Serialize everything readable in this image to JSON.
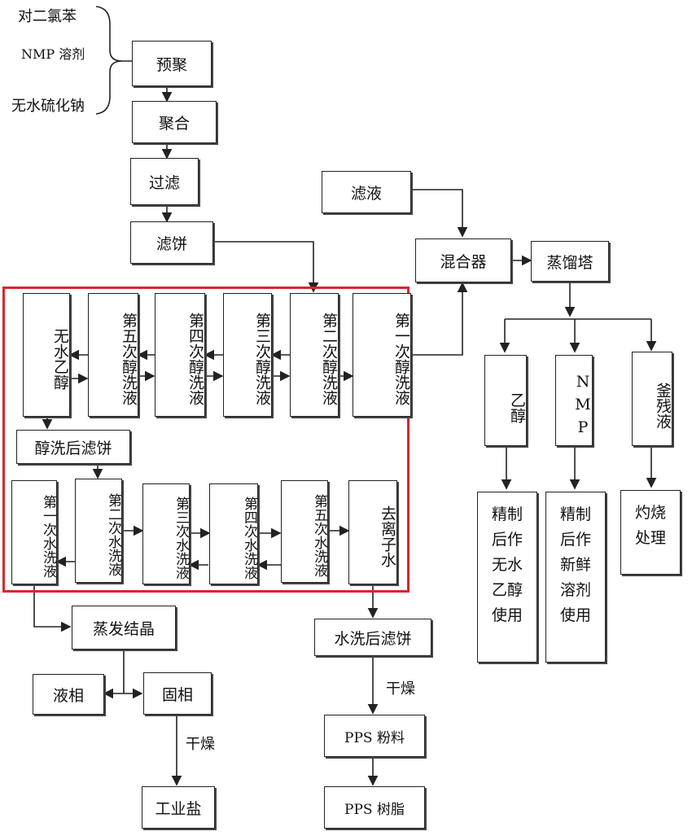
{
  "inputs": {
    "item1": "对二氯苯",
    "item2": "NMP 溶剂",
    "item3": "无水硫化钠"
  },
  "main_chain": {
    "prepoly": "预聚",
    "poly": "聚合",
    "filter": "过滤",
    "filter_cake": "滤饼"
  },
  "recovery": {
    "filtrate": "滤液",
    "mixer": "混合器",
    "distill": "蒸馏塔",
    "ethanol": "乙醇",
    "nmp": "NMP",
    "residue": "釜残液",
    "ethanol_use": [
      "精制",
      "后作",
      "无水",
      "乙醇",
      "使用"
    ],
    "nmp_use": [
      "精制",
      "后作",
      "新鲜",
      "溶剂",
      "使用"
    ],
    "residue_use": [
      "灼烧",
      "处理"
    ]
  },
  "alcohol_wash": {
    "anhydrous": "无水乙醇",
    "wash5": "第五次醇洗液",
    "wash4": "第四次醇洗液",
    "wash3": "第三次醇洗液",
    "wash2": "第二次醇洗液",
    "wash1": "第一次醇洗液",
    "cake": "醇洗后滤饼"
  },
  "water_wash": {
    "wash1": "第一次水洗液",
    "wash2": "第二次水洗液",
    "wash3": "第三次水洗液",
    "wash4": "第四次水洗液",
    "wash5": "第五次水洗液",
    "deionized": "去离子水"
  },
  "salt_branch": {
    "evap": "蒸发结晶",
    "liquid": "液相",
    "solid": "固相",
    "dry": "干燥",
    "salt": "工业盐"
  },
  "pps_branch": {
    "cake": "水洗后滤饼",
    "dry": "干燥",
    "powder": "PPS 粉料",
    "resin": "PPS 树脂"
  },
  "colors": {
    "highlight_frame": "#d8262f",
    "line": "#222222"
  }
}
